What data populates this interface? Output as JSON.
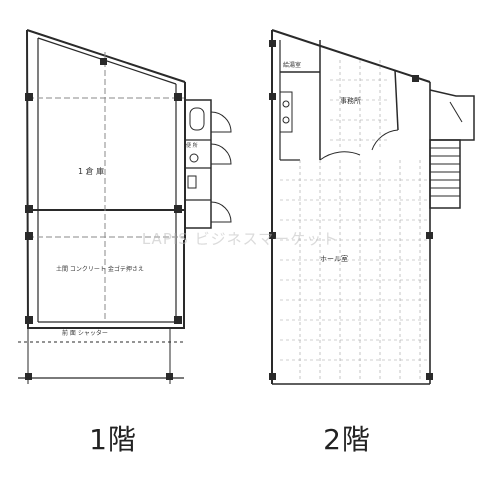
{
  "floor1": {
    "title": "1階",
    "rooms": [
      {
        "id": "main",
        "label": "1 倉 庫"
      },
      {
        "id": "floor-note",
        "label": "土間 コンクリート 金ゴテ押さえ"
      },
      {
        "id": "front",
        "label": "前 面 シャッター"
      },
      {
        "id": "wc",
        "label": "便 所"
      }
    ]
  },
  "floor2": {
    "title": "2階",
    "rooms": [
      {
        "id": "kitchen",
        "label": "給湯室"
      },
      {
        "id": "office",
        "label": "事務所"
      },
      {
        "id": "hall",
        "label": "ホール室"
      }
    ]
  },
  "watermark": "LAPIS ビジネスマーケット",
  "colors": {
    "line": "#2a2a2a",
    "grid": "#9a9a9a",
    "watermark": "#c8c8c8"
  }
}
